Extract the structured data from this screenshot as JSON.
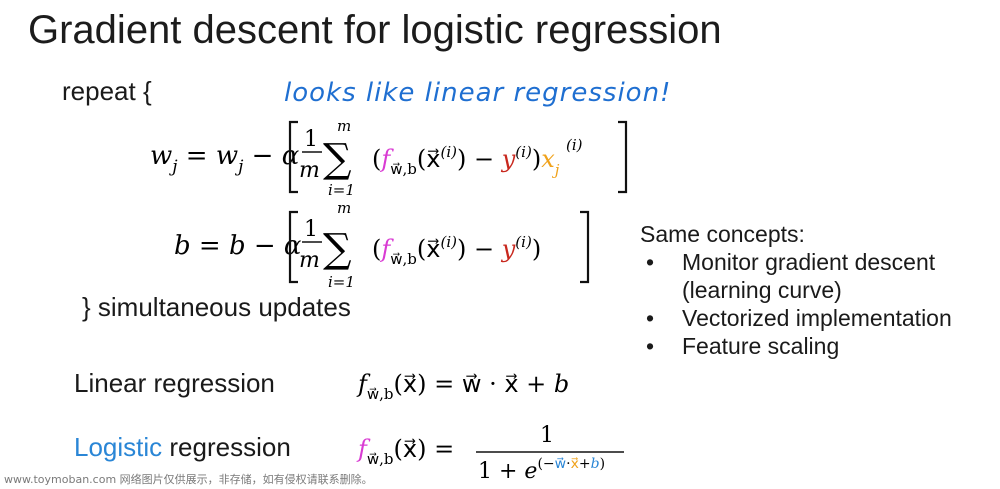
{
  "slide": {
    "title": "Gradient descent for logistic regression",
    "repeat_label": "repeat {",
    "annotation": "looks like linear regression!",
    "simultaneous_label": "} simultaneous updates",
    "concepts": {
      "heading": "Same concepts:",
      "items": [
        "Monitor gradient descent (learning curve)",
        "Vectorized implementation",
        "Feature scaling"
      ]
    },
    "linear_label": "Linear regression",
    "logistic_word": "Logistic",
    "logistic_rest": " regression"
  },
  "watermark": "www.toymoban.com 网络图片仅供展示，非存储，如有侵权请联系删除。",
  "colors": {
    "f_symbol": "#d93bd3",
    "y_label": "#c8281e",
    "x_j": "#f0a21b",
    "logistic": "#2a86d6"
  }
}
